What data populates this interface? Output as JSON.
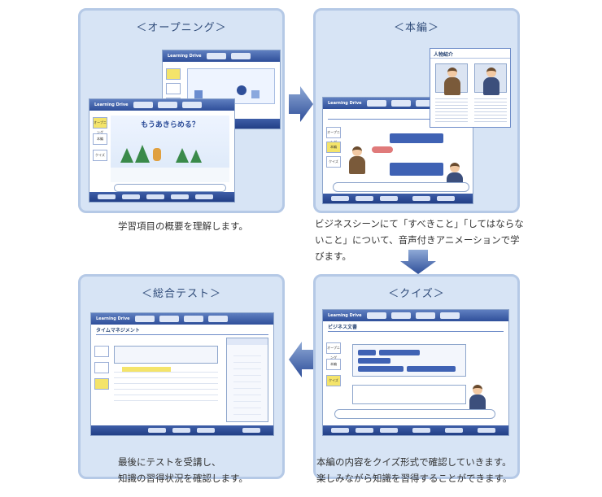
{
  "panels": {
    "opening": {
      "title": "＜オープニング＞",
      "caption": "学習項目の概要を理解します。",
      "screen_brand": "Learning Drive",
      "big_text": "もうあきらめる？"
    },
    "main": {
      "title": "＜本編＞",
      "caption_line1": "ビジネスシーンにて「すべきこと」「してはならな",
      "caption_line2": "いこと」について、音声付きアニメーションで学",
      "caption_line3": "びます。",
      "screen_brand": "Learning Drive",
      "popup_title": "人物紹介"
    },
    "quiz": {
      "title": "＜クイズ＞",
      "caption_line1": "本編の内容をクイズ形式で確認していきます。",
      "caption_line2": "楽しみながら知識を習得することができます。",
      "screen_brand": "Learning Drive",
      "heading": "ビジネス文書"
    },
    "test": {
      "title": "＜総合テスト＞",
      "caption_line1": "最後にテストを受講し、",
      "caption_line2": "知識の習得状況を確認します。",
      "screen_brand": "Learning Drive",
      "heading": "タイムマネジメント"
    }
  },
  "sidebar": [
    "オープニング",
    "本編",
    "クイズ"
  ],
  "colors": {
    "panel_bg": "#d7e4f5",
    "panel_border": "#b5c9e6",
    "arrow": "#3f5f9e",
    "accent": "#f4e46a"
  }
}
